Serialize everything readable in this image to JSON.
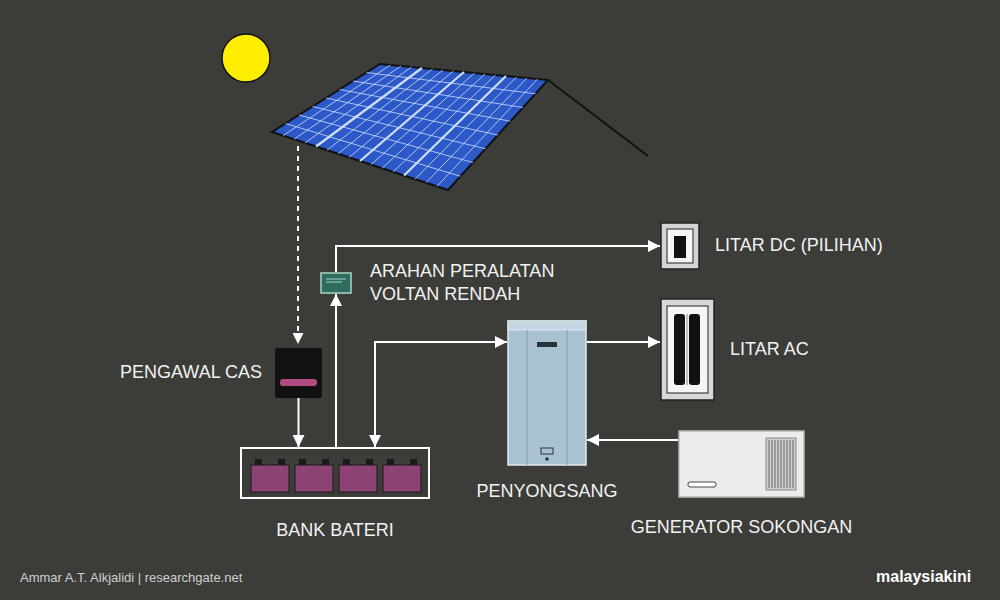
{
  "diagram": {
    "nodes": [
      {
        "text": [
          "LITAR DC (PILIHAN)"
        ]
      },
      {
        "text": [
          "ARAHAN PERALATAN VOLTAN RENDAH"
        ]
      },
      {
        "text": [
          "PENGAWAL CAS"
        ]
      },
      {
        "text": [
          "LITAR AC"
        ]
      },
      {
        "text": [
          "PENYONGSANG"
        ]
      },
      {
        "text": [
          "BANK BATERI"
        ]
      },
      {
        "text": [
          "GENERATOR SOKONGAN"
        ]
      }
    ],
    "edges": [
      {
        "from": 2,
        "to": 5,
        "arrow": "to"
      },
      {
        "from": 5,
        "to": 1,
        "arrow": "to"
      },
      {
        "from": 1,
        "to": 0,
        "arrow": "to"
      },
      {
        "from": 5,
        "to": 4,
        "arrow": "both"
      },
      {
        "from": 4,
        "to": 3,
        "arrow": "to"
      },
      {
        "from": 6,
        "to": 4,
        "arrow": "to"
      }
    ],
    "labels": [
      "Ammar A.T. Alkjalidi | researchgate.net",
      "malaysiakini"
    ]
  }
}
